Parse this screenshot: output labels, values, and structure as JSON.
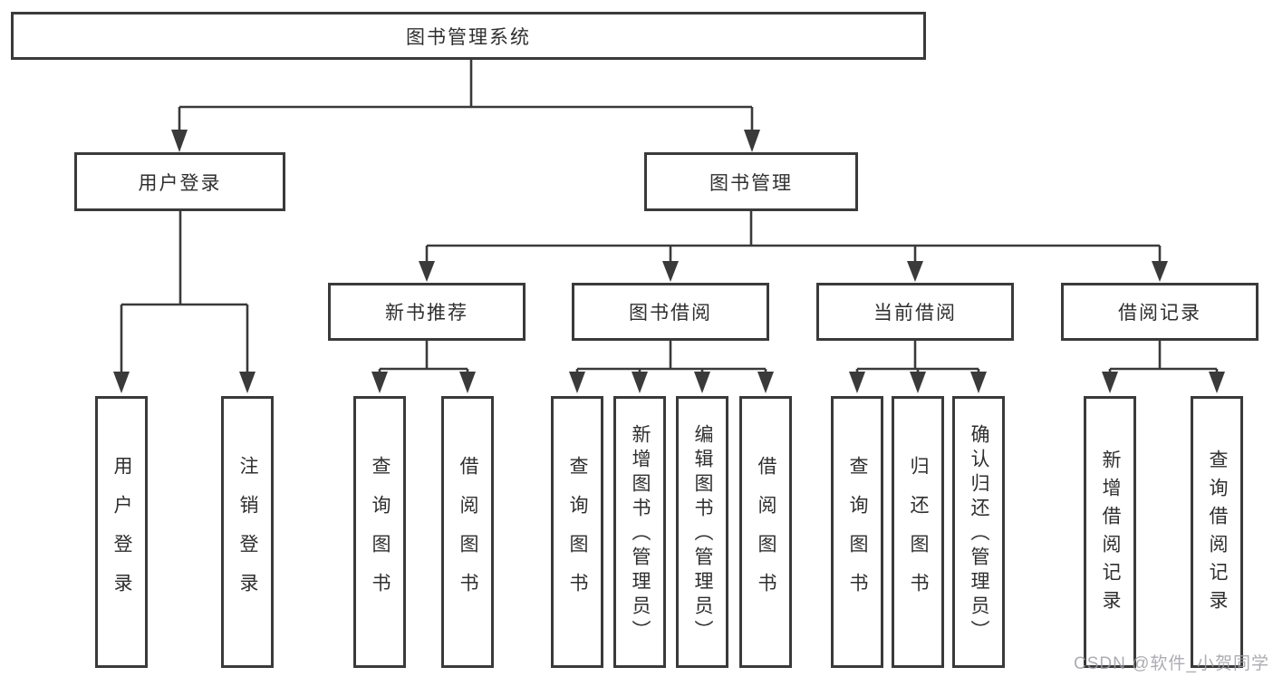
{
  "tree": {
    "root": {
      "label": "图书管理系统",
      "children": [
        {
          "label": "用户登录",
          "children": [
            {
              "label": "用户登录"
            },
            {
              "label": "注销登录"
            }
          ]
        },
        {
          "label": "图书管理",
          "children": [
            {
              "label": "新书推荐",
              "children": [
                {
                  "label": "查询图书"
                },
                {
                  "label": "借阅图书"
                }
              ]
            },
            {
              "label": "图书借阅",
              "children": [
                {
                  "label": "查询图书"
                },
                {
                  "label": "新增图书（管理员）"
                },
                {
                  "label": "编辑图书（管理员）"
                },
                {
                  "label": "借阅图书"
                }
              ]
            },
            {
              "label": "当前借阅",
              "children": [
                {
                  "label": "查询图书"
                },
                {
                  "label": "归还图书"
                },
                {
                  "label": "确认归还（管理员）"
                }
              ]
            },
            {
              "label": "借阅记录",
              "children": [
                {
                  "label": "新增借阅记录"
                },
                {
                  "label": "查询借阅记录"
                }
              ]
            }
          ]
        }
      ]
    }
  },
  "watermark": {
    "text": "CSDN @软件_小贺同学"
  },
  "colors": {
    "line": "#3a3a3a",
    "box_border": "#3a3a3a",
    "text": "#2f2f2f",
    "watermark": "#9e9ea4",
    "background": "#ffffff"
  }
}
